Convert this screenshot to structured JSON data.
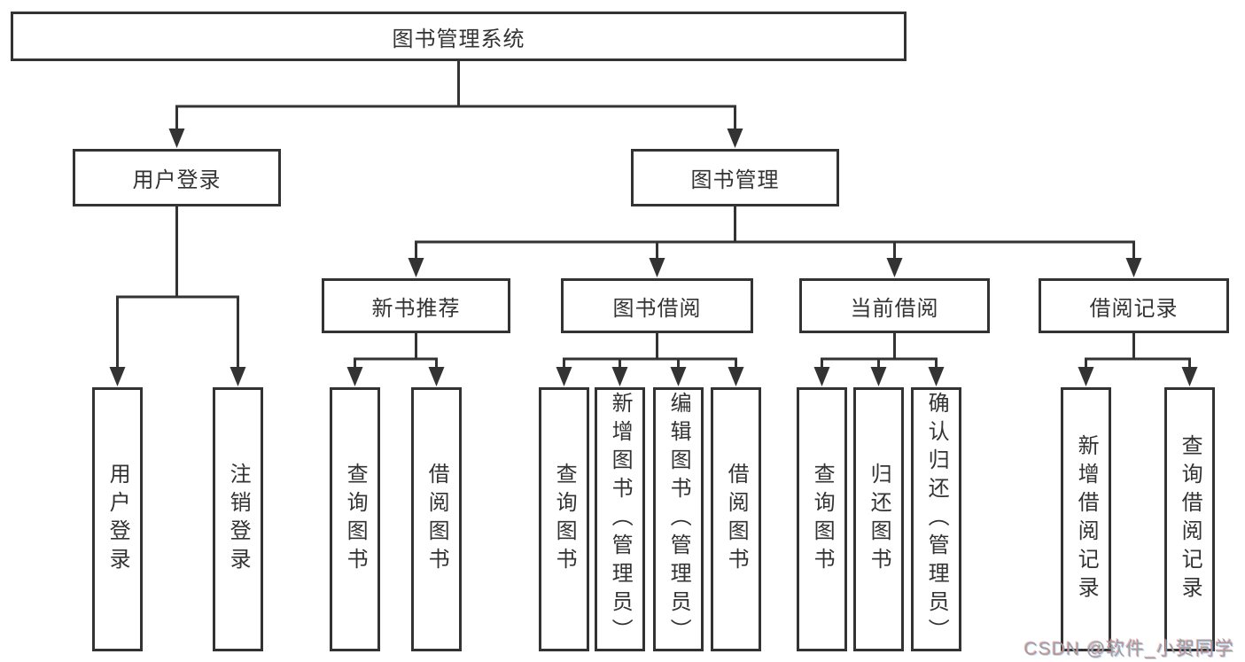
{
  "colors": {
    "line": "#333333",
    "text": "#333333",
    "background": "#ffffff",
    "watermark": "#9e9e9e"
  },
  "watermark": "CSDN @软件_小贺同学",
  "tree": {
    "label": "图书管理系统",
    "children": [
      {
        "label": "用户登录",
        "children": [
          {
            "label": "用户登录"
          },
          {
            "label": "注销登录"
          }
        ]
      },
      {
        "label": "图书管理",
        "children": [
          {
            "label": "新书推荐",
            "children": [
              {
                "label": "查询图书"
              },
              {
                "label": "借阅图书"
              }
            ]
          },
          {
            "label": "图书借阅",
            "children": [
              {
                "label": "查询图书"
              },
              {
                "label": "新增图书（管理员）"
              },
              {
                "label": "编辑图书（管理员）"
              },
              {
                "label": "借阅图书"
              }
            ]
          },
          {
            "label": "当前借阅",
            "children": [
              {
                "label": "查询图书"
              },
              {
                "label": "归还图书"
              },
              {
                "label": "确认归还（管理员）"
              }
            ]
          },
          {
            "label": "借阅记录",
            "children": [
              {
                "label": "新增借阅记录"
              },
              {
                "label": "查询借阅记录"
              }
            ]
          }
        ]
      }
    ]
  }
}
